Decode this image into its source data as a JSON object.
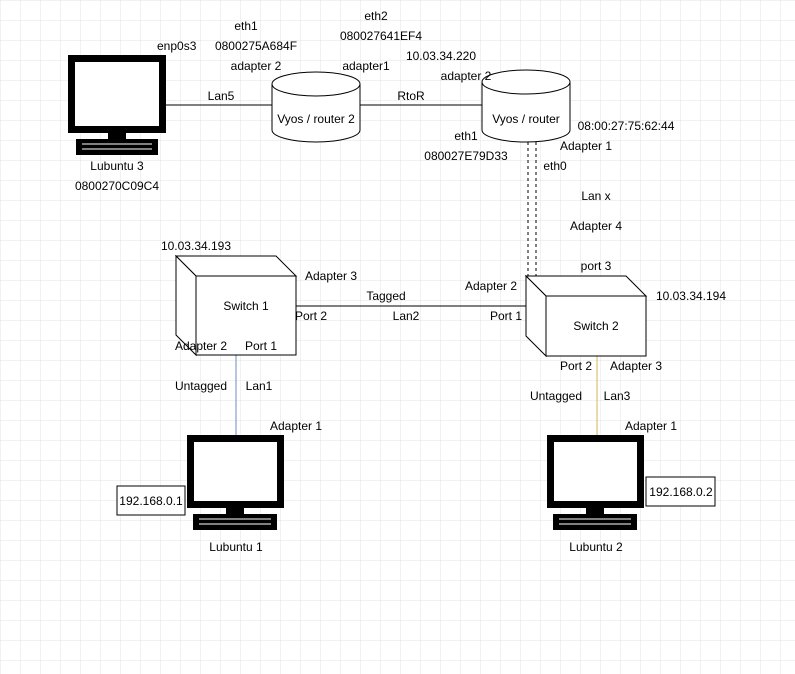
{
  "colors": {
    "grid": "#e3e3e3",
    "line": "#000000",
    "link_lan1": "#6c8ebf",
    "link_lan3": "#d6b656",
    "fill": "#ffffff"
  },
  "devices": {
    "lubuntu3": {
      "name": "Lubuntu 3",
      "mac": "0800270C09C4",
      "iface": "enp0s3",
      "icon": "computer-icon"
    },
    "lubuntu1": {
      "name": "Lubuntu 1",
      "ip": "192.168.0.1",
      "adapter": "Adapter 1",
      "icon": "computer-icon"
    },
    "lubuntu2": {
      "name": "Lubuntu 2",
      "ip": "192.168.0.2",
      "adapter": "Adapter 1",
      "icon": "computer-icon"
    },
    "router2": {
      "name": "Vyos / router 2",
      "eth1_label": "eth1",
      "eth1_mac": "0800275A684F",
      "adapter_left": "adapter 2",
      "adapter_right": "adapter1",
      "icon": "router-icon"
    },
    "router1": {
      "name": "Vyos / router",
      "eth2_label": "eth2",
      "eth2_mac": "080027641EF4",
      "ip": "10.03.34.220",
      "adapter_top": "adapter 2",
      "eth1_label": "eth1",
      "eth1_mac": "080027E79D33",
      "mac_right": "08:00:27:75:62:44",
      "adapter_right": "Adapter 1",
      "eth0_label": "eth0",
      "icon": "router-icon"
    },
    "switch1": {
      "name": "Switch 1",
      "ip": "10.03.34.193",
      "adapter3": "Adapter 3",
      "port2": "Port 2",
      "adapter2": "Adapter 2",
      "port1": "Port 1",
      "icon": "switch-icon"
    },
    "switch2": {
      "name": "Switch 2",
      "ip": "10.03.34.194",
      "adapter2": "Adapter 2",
      "port1": "Port 1",
      "port3": "port 3",
      "adapter4": "Adapter 4",
      "port2": "Port 2",
      "adapter3": "Adapter 3",
      "icon": "switch-icon"
    }
  },
  "links": {
    "lan5": "Lan5",
    "rtor": "RtoR",
    "lanx": "Lan x",
    "lan2": "Lan2",
    "lan2_tagged": "Tagged",
    "lan1": "Lan1",
    "lan1_untagged": "Untagged",
    "lan3": "Lan3",
    "lan3_untagged": "Untagged"
  }
}
